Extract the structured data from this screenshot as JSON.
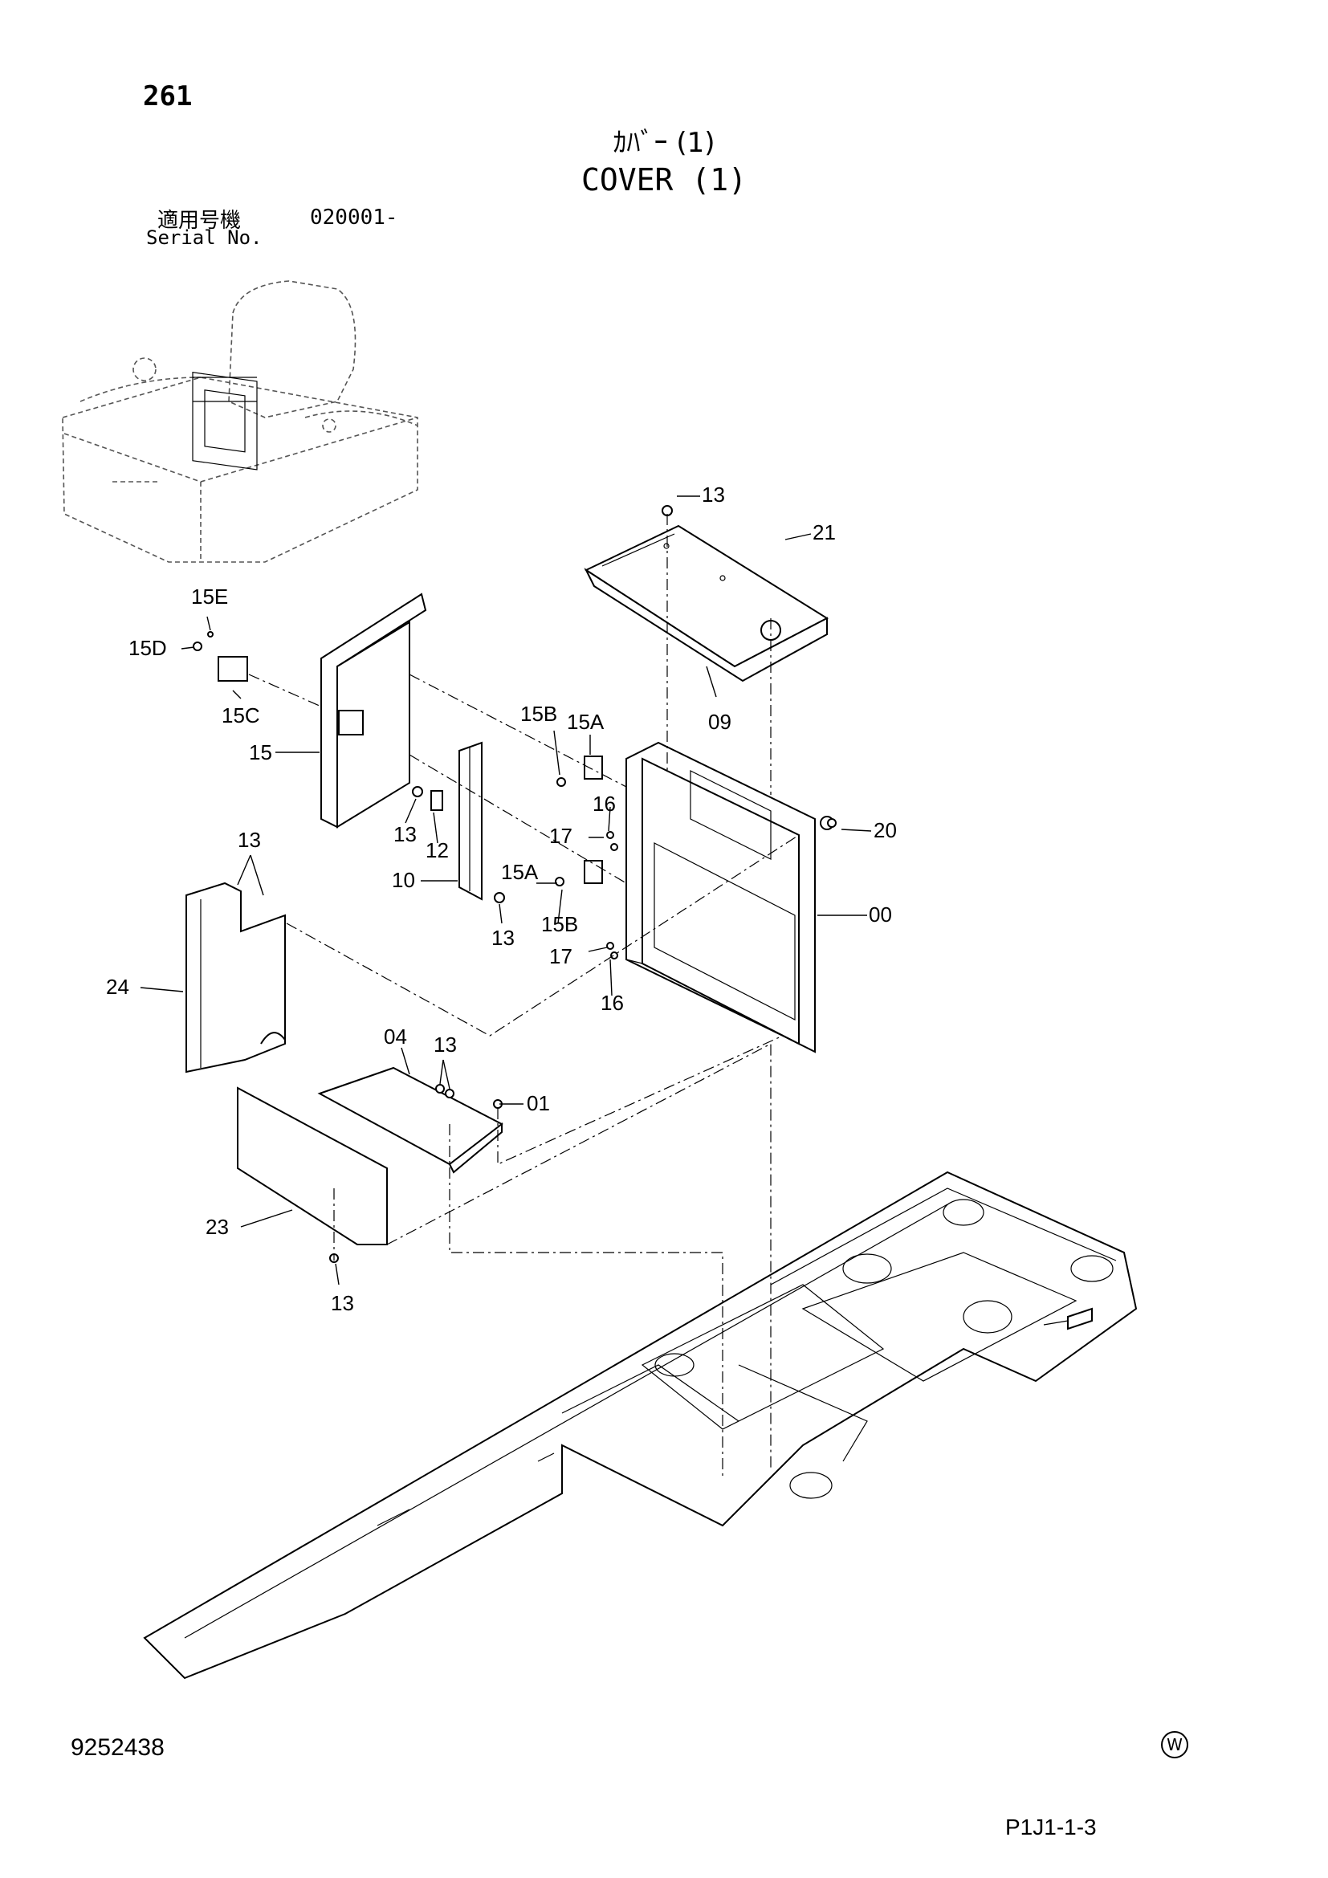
{
  "page_number": "261",
  "title_jp": "ｶﾊﾞｰ (1)",
  "title_en": "COVER (1)",
  "serial": {
    "label_jp": "適用号機",
    "value": "020001-",
    "label_en": "Serial No."
  },
  "doc_number": "9252438",
  "mark": "W",
  "page_ref": "P1J1-1-3",
  "callouts": [
    "13",
    "21",
    "15E",
    "15D",
    "15C",
    "15",
    "15B",
    "15A",
    "09",
    "16",
    "17",
    "20",
    "13",
    "12",
    "10",
    "15A",
    "13",
    "15B",
    "00",
    "17",
    "16",
    "13",
    "24",
    "04",
    "13",
    "01",
    "23",
    "13"
  ]
}
